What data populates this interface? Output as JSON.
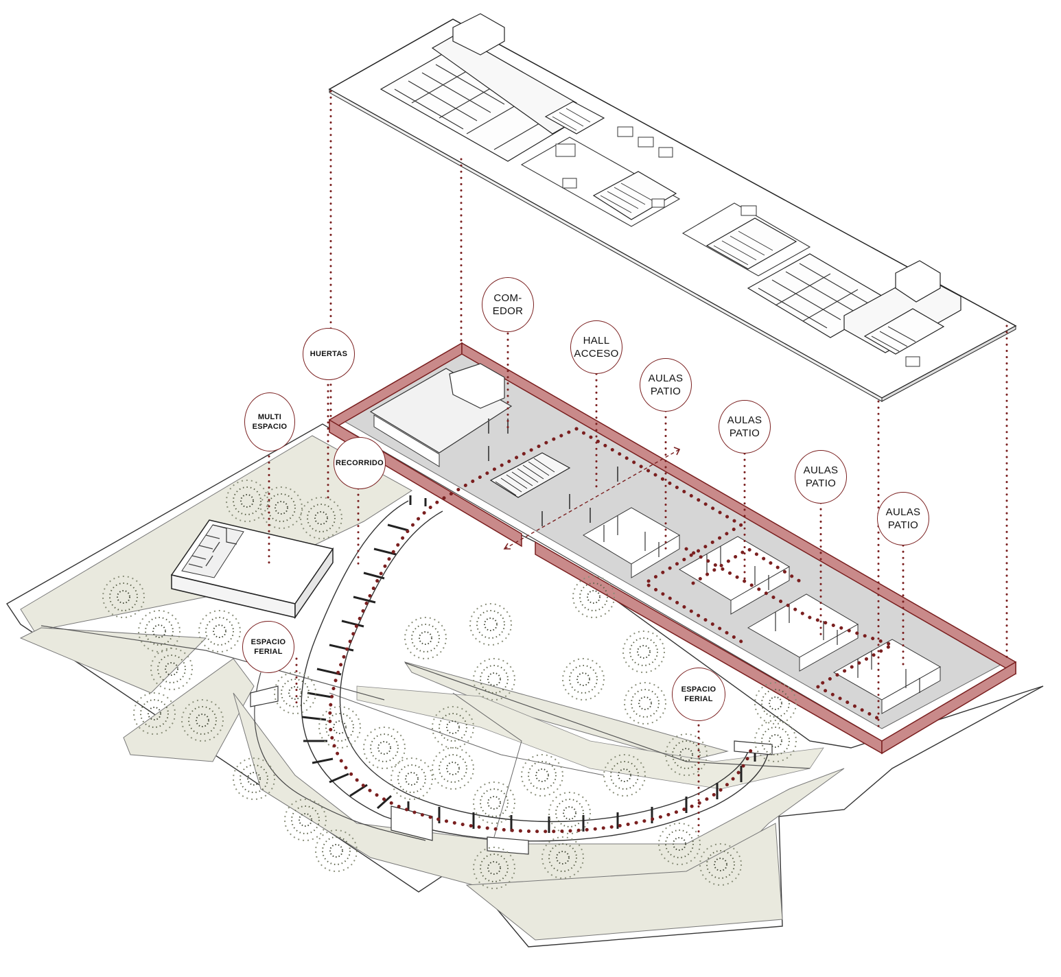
{
  "diagram": {
    "accent_color": "#7a1f1f",
    "wall_color": "#c98a8a",
    "park_color": "#e9e9de",
    "floor_color": "#d6d6d6",
    "labels": {
      "huertas": "HUERTAS",
      "multi_espacio": "MULTI\nESPACIO",
      "recorrido": "RECORRIDO",
      "comedor": "COM-\nEDOR",
      "hall_acceso": "HALL\nACCESO",
      "aulas_patio_1": "AULAS\nPATIO",
      "aulas_patio_2": "AULAS\nPATIO",
      "aulas_patio_3": "AULAS\nPATIO",
      "aulas_patio_4": "AULAS\nPATIO",
      "espacio_ferial_1": "ESPACIO\nFERIAL",
      "espacio_ferial_2": "ESPACIO\nFERIAL"
    }
  }
}
